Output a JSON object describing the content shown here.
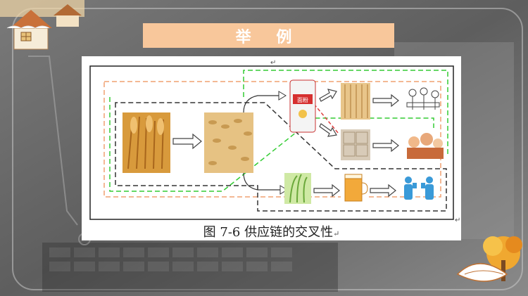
{
  "slide": {
    "title": "举 例"
  },
  "figure": {
    "caption": "图 7-6  供应链的交叉性",
    "para_mark": "↵",
    "bag_label": "面粉"
  },
  "colors": {
    "banner": "#f8c79b",
    "orange_dashed": "#f0a070",
    "green_dashed": "#33cc33",
    "black_dashed": "#333333",
    "red_dashed": "#e04040"
  }
}
